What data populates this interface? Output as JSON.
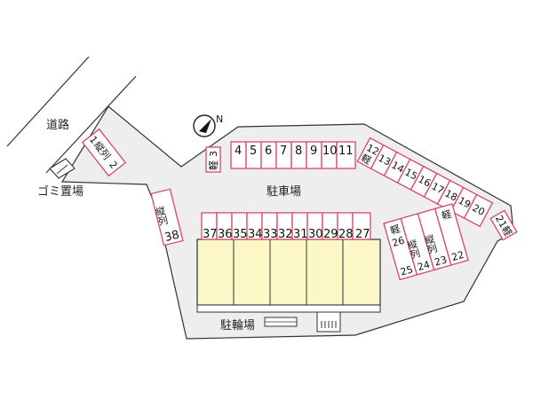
{
  "labels": {
    "road": "道路",
    "garbage": "ゴミ置場",
    "parking": "駐車場",
    "bicycle": "駐輪場",
    "north": "N"
  },
  "spaces": [
    {
      "id": "1",
      "tag": ""
    },
    {
      "id": "2",
      "tag": ""
    },
    {
      "id": "3",
      "tag": "軽"
    },
    {
      "id": "4",
      "tag": ""
    },
    {
      "id": "5",
      "tag": ""
    },
    {
      "id": "6",
      "tag": ""
    },
    {
      "id": "7",
      "tag": ""
    },
    {
      "id": "8",
      "tag": ""
    },
    {
      "id": "9",
      "tag": ""
    },
    {
      "id": "10",
      "tag": ""
    },
    {
      "id": "11",
      "tag": ""
    },
    {
      "id": "12",
      "tag": "軽"
    },
    {
      "id": "13",
      "tag": ""
    },
    {
      "id": "14",
      "tag": ""
    },
    {
      "id": "15",
      "tag": ""
    },
    {
      "id": "16",
      "tag": ""
    },
    {
      "id": "17",
      "tag": ""
    },
    {
      "id": "18",
      "tag": ""
    },
    {
      "id": "19",
      "tag": ""
    },
    {
      "id": "20",
      "tag": ""
    },
    {
      "id": "21",
      "tag": "軽"
    },
    {
      "id": "22",
      "tag": "軽"
    },
    {
      "id": "23",
      "tag": "縦列"
    },
    {
      "id": "24",
      "tag": "縦列"
    },
    {
      "id": "25",
      "tag": ""
    },
    {
      "id": "26",
      "tag": "軽"
    },
    {
      "id": "27",
      "tag": ""
    },
    {
      "id": "28",
      "tag": ""
    },
    {
      "id": "29",
      "tag": ""
    },
    {
      "id": "30",
      "tag": ""
    },
    {
      "id": "31",
      "tag": ""
    },
    {
      "id": "32",
      "tag": ""
    },
    {
      "id": "33",
      "tag": ""
    },
    {
      "id": "34",
      "tag": ""
    },
    {
      "id": "35",
      "tag": ""
    },
    {
      "id": "36",
      "tag": ""
    },
    {
      "id": "37",
      "tag": ""
    },
    {
      "id": "38",
      "tag": "縦列"
    }
  ],
  "pair_1_2_tag": "縦列",
  "colors": {
    "lot_fill": "#eeeeee",
    "slot_border": "#d9485f",
    "building_fill": "#fbf7c6",
    "line": "#333333"
  }
}
